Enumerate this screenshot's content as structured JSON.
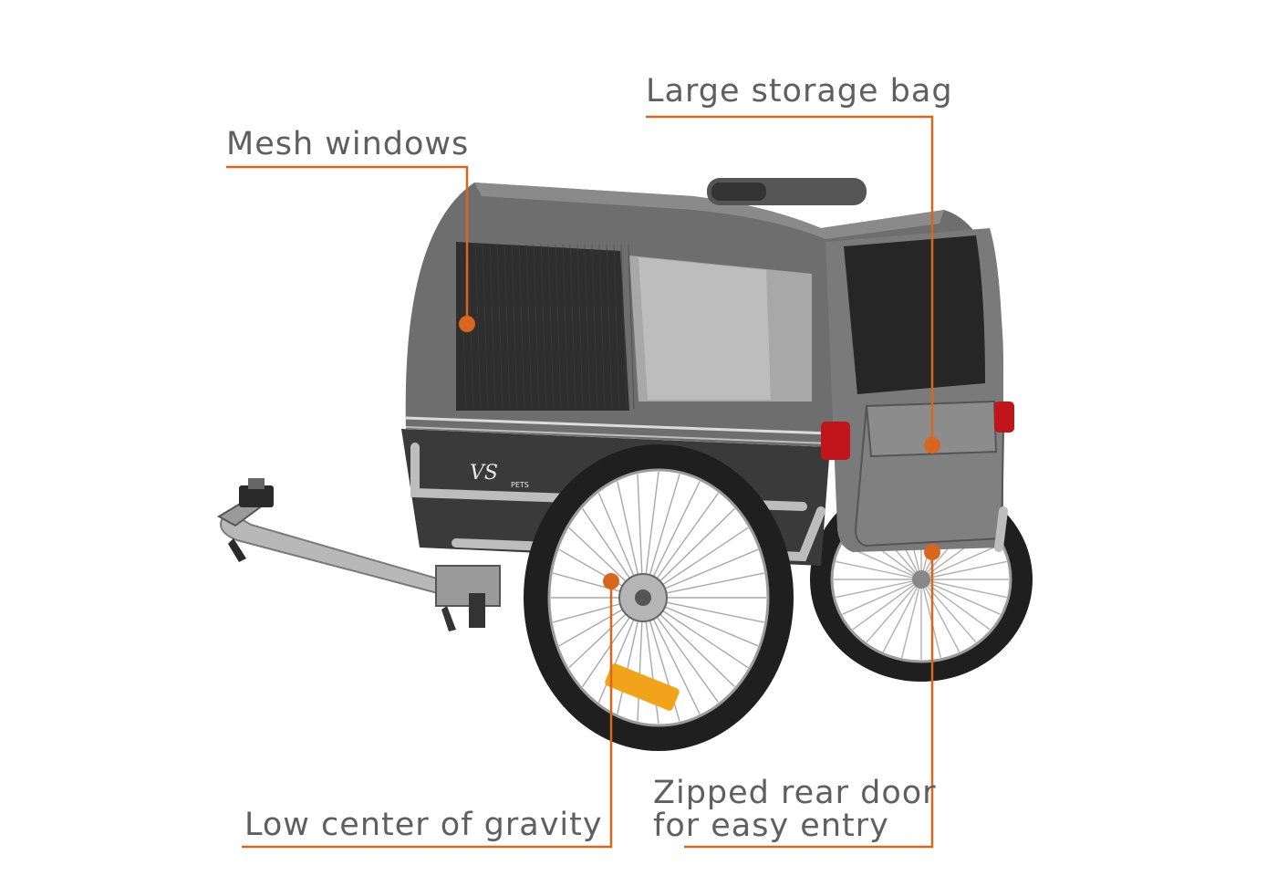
{
  "product": {
    "logo_text": "VS",
    "logo_subtext": "PETS"
  },
  "callouts": {
    "mesh_windows": "Mesh windows",
    "storage_bag": "Large storage bag",
    "low_center": "Low center of gravity",
    "rear_door_line1": "Zipped rear door",
    "rear_door_line2": "for easy entry"
  },
  "colors": {
    "accent": "#d9661f",
    "label_text": "#5f5f5f",
    "canopy": "#6e6e6e",
    "canopy_dark": "#4a4a4a",
    "mesh": "#2e2e2e",
    "frame": "#c2c2c2",
    "tire": "#1f1f1f",
    "reflector_red": "#c0151a",
    "reflector_amber": "#f2a31a"
  }
}
